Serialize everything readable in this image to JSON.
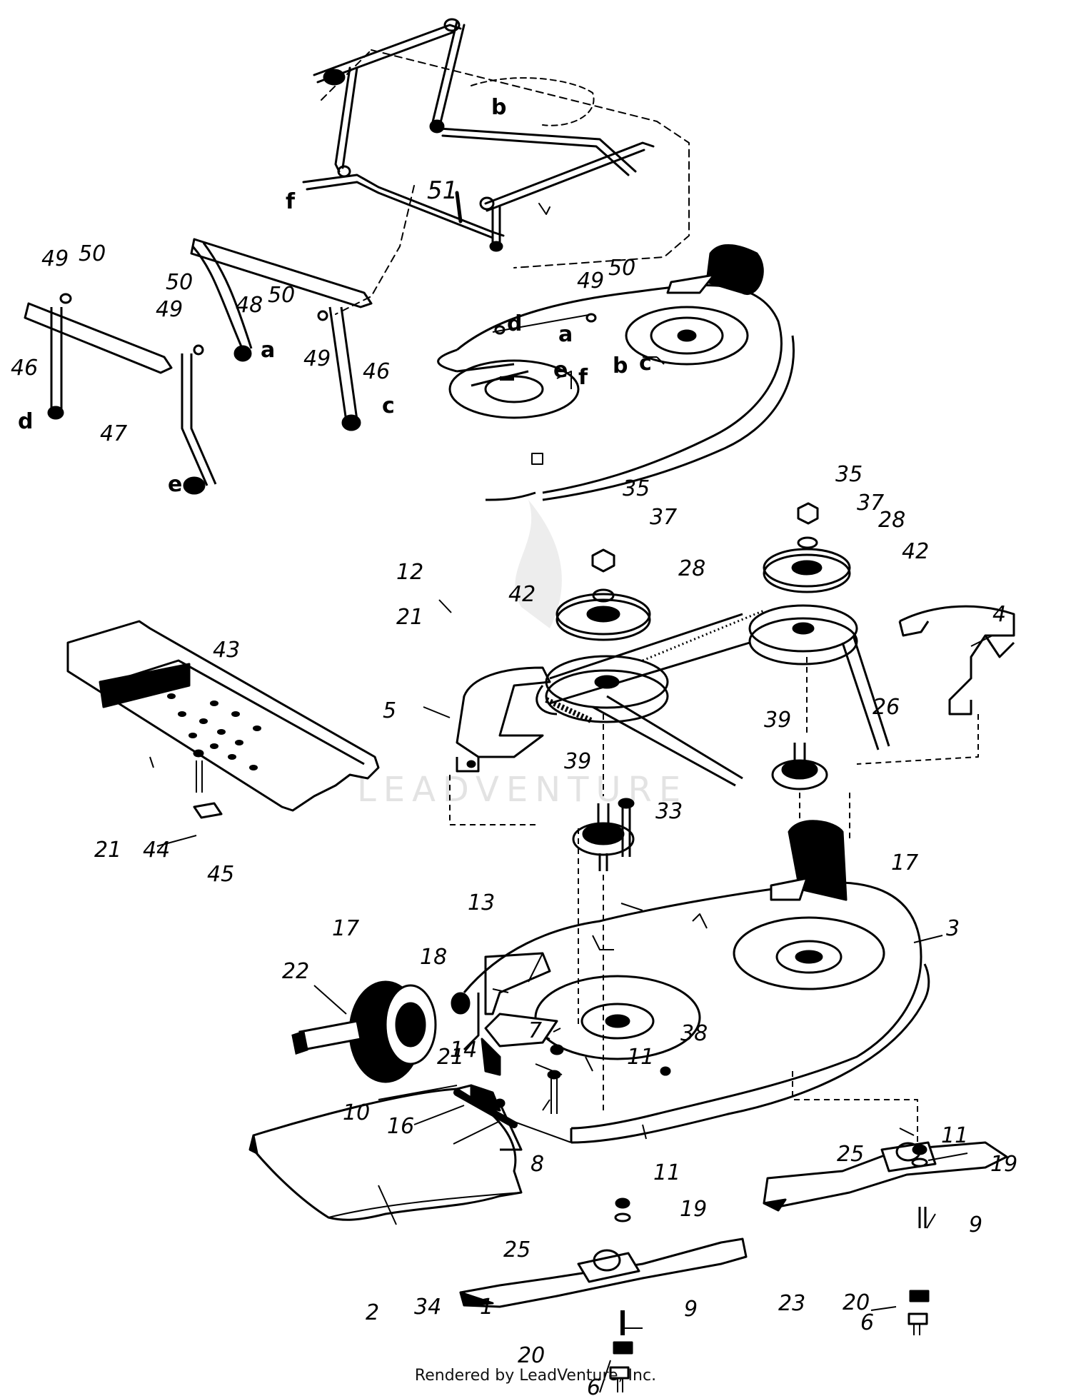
{
  "diagram": {
    "watermark": "LEADVENTURE",
    "footer": "Rendered by LeadVenture, Inc.",
    "part_numbers": [
      "1",
      "2",
      "3",
      "4",
      "5",
      "6",
      "7",
      "8",
      "9",
      "10",
      "11",
      "12",
      "13",
      "14",
      "16",
      "17",
      "18",
      "19",
      "20",
      "21",
      "22",
      "23",
      "25",
      "26",
      "28",
      "33",
      "34",
      "35",
      "37",
      "38",
      "39",
      "42",
      "43",
      "44",
      "45",
      "46",
      "47",
      "48",
      "49",
      "50",
      "51"
    ],
    "connection_letters": [
      "a",
      "b",
      "c",
      "d",
      "e",
      "f"
    ]
  },
  "labels": {
    "n1": "1",
    "n2": "2",
    "n3": "3",
    "n4": "4",
    "n5": "5",
    "n6a": "6",
    "n6b": "6",
    "n7": "7",
    "n8": "8",
    "n9a": "9",
    "n9b": "9",
    "n10": "10",
    "n11a": "11",
    "n11b": "11",
    "n11c": "11",
    "n12": "12",
    "n13": "13",
    "n14": "14",
    "n16": "16",
    "n17a": "17",
    "n17b": "17",
    "n18": "18",
    "n19a": "19",
    "n19b": "19",
    "n20a": "20",
    "n20b": "20",
    "n21a": "21",
    "n21b": "21",
    "n21c": "21",
    "n22": "22",
    "n23": "23",
    "n25a": "25",
    "n25b": "25",
    "n26": "26",
    "n28a": "28",
    "n28b": "28",
    "n33": "33",
    "n34": "34",
    "n35a": "35",
    "n35b": "35",
    "n37a": "37",
    "n37b": "37",
    "n38": "38",
    "n39a": "39",
    "n39b": "39",
    "n42a": "42",
    "n42b": "42",
    "n43": "43",
    "n44": "44",
    "n45": "45",
    "n46a": "46",
    "n46b": "46",
    "n47": "47",
    "n48": "48",
    "n49a": "49",
    "n49b": "49",
    "n49c": "49",
    "n49d": "49",
    "n50a": "50",
    "n50b": "50",
    "n50c": "50",
    "n50d": "50",
    "n51": "51",
    "la1": "a",
    "la2": "a",
    "lb1": "b",
    "lb2": "b",
    "lc1": "c",
    "lc2": "c",
    "ld1": "d",
    "ld2": "d",
    "le1": "e",
    "le2": "e",
    "lf1": "f",
    "lf2": "f"
  }
}
